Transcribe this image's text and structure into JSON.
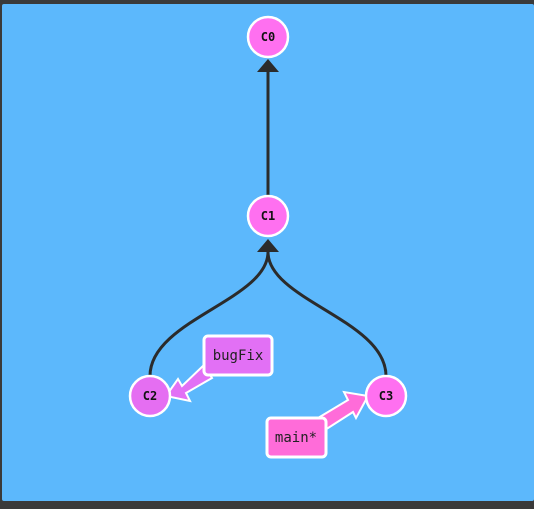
{
  "colors": {
    "background": "#5cb8fc",
    "frame": "#3a3a3a",
    "commit_fill": "#ff70f0",
    "commit_fill_alt": "#e56ef2",
    "commit_stroke": "#ffffff",
    "edge": "#2b2b2b",
    "branch_bugfix_fill": "#e270f5",
    "branch_main_fill": "#ff6cd9",
    "branch_stroke": "#ffffff"
  },
  "commits": [
    {
      "id": "c0",
      "label": "C0"
    },
    {
      "id": "c1",
      "label": "C1"
    },
    {
      "id": "c2",
      "label": "C2"
    },
    {
      "id": "c3",
      "label": "C3"
    }
  ],
  "edges": [
    {
      "from": "c1",
      "to": "c0"
    },
    {
      "from": "c2",
      "to": "c1"
    },
    {
      "from": "c3",
      "to": "c1"
    }
  ],
  "branches": [
    {
      "id": "bugfix",
      "label": "bugFix",
      "target": "c2"
    },
    {
      "id": "main",
      "label": "main*",
      "target": "c3"
    }
  ]
}
